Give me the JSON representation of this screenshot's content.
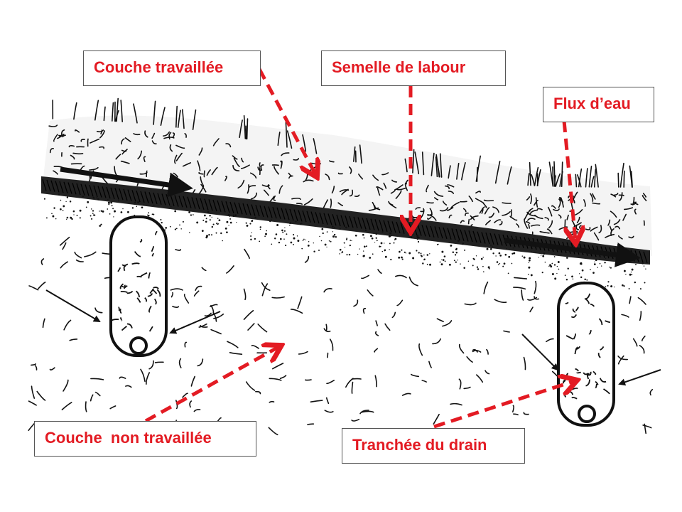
{
  "labels": {
    "worked_layer": "Couche travaillée",
    "plow_pan": "Semelle de labour",
    "water_flow": "Flux d’eau",
    "unworked_layer": "Couche  non travaillée",
    "drain_trench": "Tranchée du drain"
  },
  "colors": {
    "label_text": "#e31b23",
    "arrow": "#e31b23",
    "sketch_ink": "#111111",
    "label_border": "#555555"
  }
}
